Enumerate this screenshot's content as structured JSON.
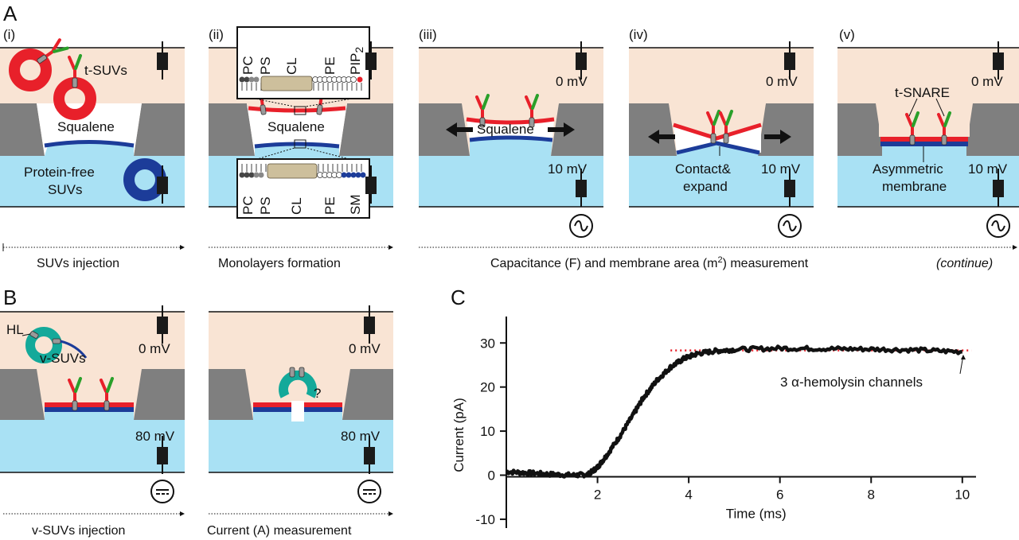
{
  "panel_letters": {
    "a": "A",
    "b": "B",
    "c": "C"
  },
  "steps": {
    "i": "(i)",
    "ii": "(ii)",
    "iii": "(iii)",
    "iv": "(iv)",
    "v": "(v)"
  },
  "voltages": {
    "zero": "0 mV",
    "ten": "10 mV",
    "eighty": "80 mV"
  },
  "labels": {
    "t_suvs": "t-SUVs",
    "squalene": "Squalene",
    "protein_free_suvs_1": "Protein-free",
    "protein_free_suvs_2": "SUVs",
    "contact_expand_1": "Contact&",
    "contact_expand_2": "expand",
    "t_snare": "t-SNARE",
    "asym_1": "Asymmetric",
    "asym_2": "membrane",
    "hl": "HL",
    "v_suvs": "v-SUVs",
    "question": "?"
  },
  "lipids_top": {
    "pc": "PC",
    "ps": "PS",
    "cl": "CL",
    "pe": "PE",
    "pip": "PIP",
    "pip_sub": "2"
  },
  "lipids_bottom": {
    "pc": "PC",
    "ps": "PS",
    "cl": "CL",
    "pe": "PE",
    "sm": "SM"
  },
  "captions": {
    "suvs_injection": "SUVs injection",
    "monolayers": "Monolayers formation",
    "capacitance_pre": "Capacitance (F) and membrane area (m",
    "capacitance_sup": "2",
    "capacitance_post": ") measurement",
    "continue": "(continue)",
    "v_suvs_injection": "v-SUVs injection",
    "current_measurement": "Current (A) measurement"
  },
  "colors": {
    "cis": "#f9e4d4",
    "trans": "#a9e1f4",
    "teflon": "#7f7f7f",
    "red_leaflet": "#e8202a",
    "blue_leaflet": "#1c3c99",
    "teal_vesicle": "#14a99a",
    "snare_green": "#2aa02a",
    "fit_line": "#e8202a"
  },
  "chart_data": {
    "type": "line",
    "xlabel": "Time (ms)",
    "ylabel": "Current (pA)",
    "xlim": [
      0,
      10.3
    ],
    "ylim": [
      -12,
      36
    ],
    "xticks": [
      2,
      4,
      6,
      8,
      10
    ],
    "yticks": [
      -10,
      0,
      10,
      20,
      30
    ],
    "annotation": "3 α-hemolysin channels",
    "series": [
      {
        "x": [
          0,
          0.5,
          1.0,
          1.5,
          1.8,
          2.0,
          2.2,
          2.5,
          2.8,
          3.0,
          3.3,
          3.6,
          3.9,
          4.2,
          4.6,
          5.0,
          6.0,
          7.0,
          8.0,
          9.0,
          10.0
        ],
        "y": [
          0.8,
          0.5,
          0.2,
          0.0,
          0.2,
          1.8,
          4.5,
          9.0,
          14.0,
          17.5,
          21.5,
          24.5,
          26.5,
          27.6,
          28.2,
          28.5,
          28.8,
          28.7,
          28.6,
          28.4,
          28.0
        ]
      }
    ],
    "fit_level": 28.3,
    "fit_range": [
      3.6,
      10.2
    ]
  }
}
